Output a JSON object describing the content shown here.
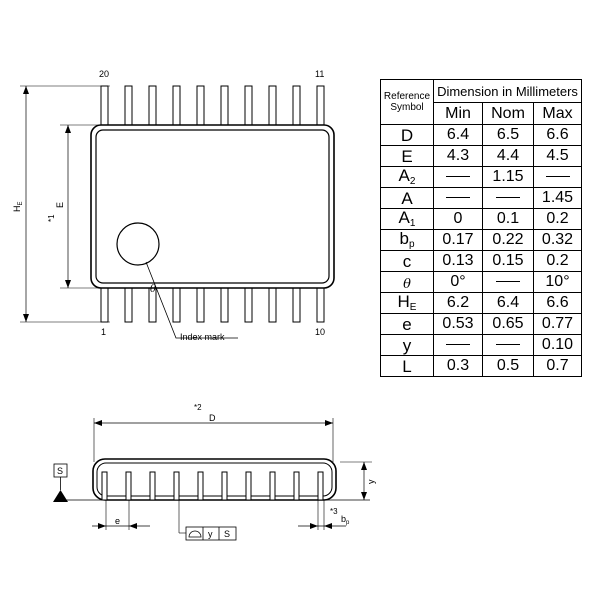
{
  "top_view": {
    "pin_count_label_top_left": "20",
    "pin_count_label_top_right": "11",
    "pin_count_label_bottom_left": "1",
    "pin_count_label_bottom_right": "10",
    "dim_he_main": "H",
    "dim_he_sub": "E",
    "dim_e": "E",
    "dim_note1": "*1",
    "theta_symbol": "θ",
    "index_mark_label": "Index mark"
  },
  "side_view": {
    "note2": "*2",
    "dim_d": "D",
    "dim_e_pitch": "e",
    "dim_y": "y",
    "note3": "*3",
    "dim_bp_main": "b",
    "dim_bp_sub": "p",
    "datum_s": "S",
    "fcf_y": "y",
    "fcf_s": "S"
  },
  "table": {
    "ref_header_line1": "Reference",
    "ref_header_line2": "Symbol",
    "dim_header": "Dimension in Millimeters",
    "columns": [
      "Min",
      "Nom",
      "Max"
    ],
    "rows": [
      {
        "symbol": "D",
        "sub": "",
        "min": "6.4",
        "nom": "6.5",
        "max": "6.6"
      },
      {
        "symbol": "E",
        "sub": "",
        "min": "4.3",
        "nom": "4.4",
        "max": "4.5"
      },
      {
        "symbol": "A",
        "sub": "2",
        "min": "—",
        "nom": "1.15",
        "max": "—"
      },
      {
        "symbol": "A",
        "sub": "",
        "min": "—",
        "nom": "—",
        "max": "1.45"
      },
      {
        "symbol": "A",
        "sub": "1",
        "min": "0",
        "nom": "0.1",
        "max": "0.2"
      },
      {
        "symbol": "b",
        "sub": "p",
        "min": "0.17",
        "nom": "0.22",
        "max": "0.32"
      },
      {
        "symbol": "c",
        "sub": "",
        "min": "0.13",
        "nom": "0.15",
        "max": "0.2"
      },
      {
        "symbol": "θ",
        "sub": "",
        "min": "0°",
        "nom": "—",
        "max": "10°"
      },
      {
        "symbol": "H",
        "sub": "E",
        "min": "6.2",
        "nom": "6.4",
        "max": "6.6"
      },
      {
        "symbol": "e",
        "sub": "",
        "min": "0.53",
        "nom": "0.65",
        "max": "0.77"
      },
      {
        "symbol": "y",
        "sub": "",
        "min": "—",
        "nom": "—",
        "max": "0.10"
      },
      {
        "symbol": "L",
        "sub": "",
        "min": "0.3",
        "nom": "0.5",
        "max": "0.7"
      }
    ]
  }
}
